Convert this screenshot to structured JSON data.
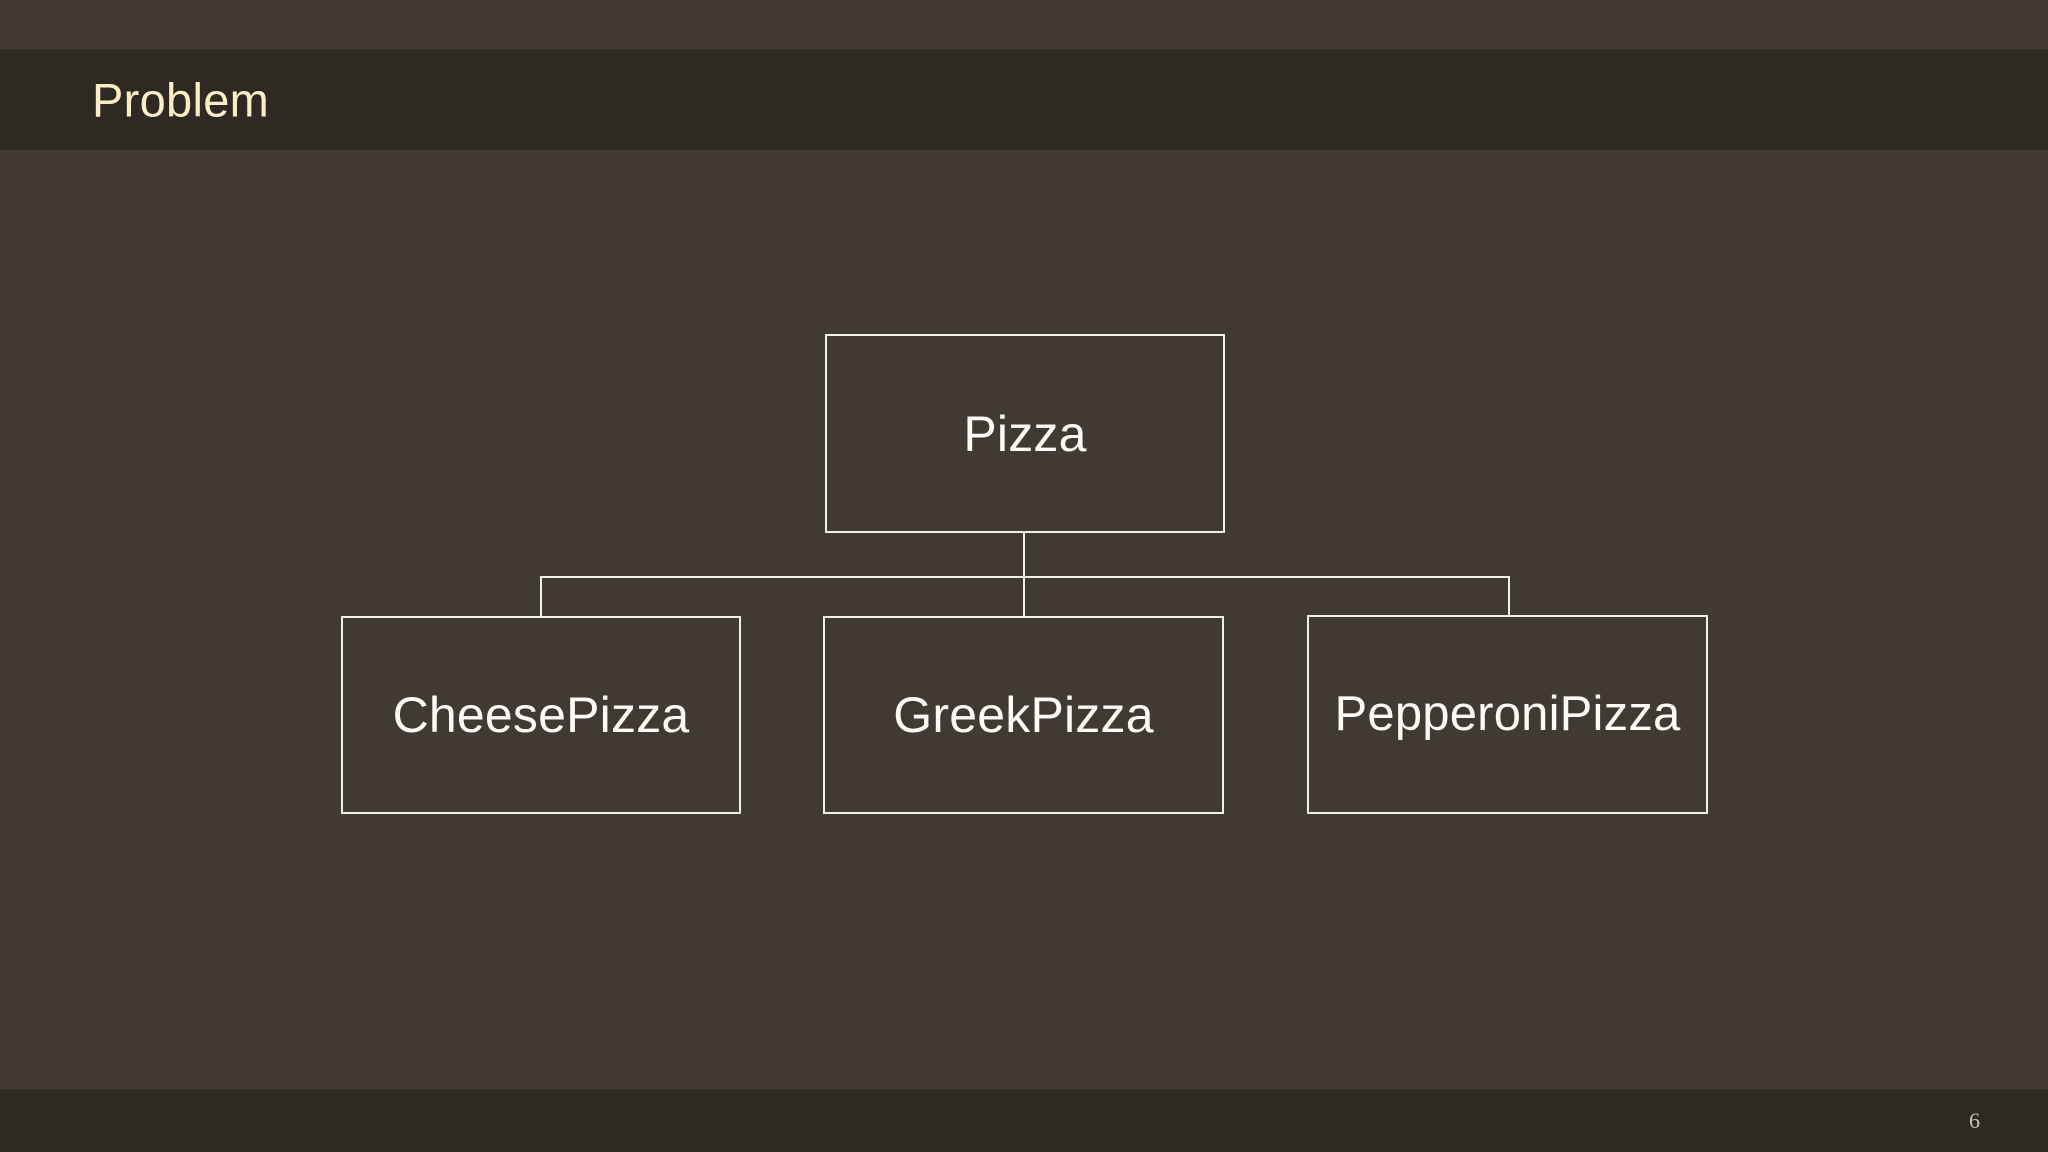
{
  "slide": {
    "title": "Problem",
    "page_number": "6",
    "colors": {
      "background": "#403A33",
      "band": "#2E2923",
      "title_text": "#FBEEC7",
      "node_border": "#F2EFE9",
      "node_text": "#FCFAF6",
      "page_number_text": "#C9C0AD"
    }
  },
  "diagram": {
    "type": "class-hierarchy",
    "root": {
      "id": "pizza",
      "label": "Pizza"
    },
    "children": [
      {
        "id": "cheesepizza",
        "label": "CheesePizza"
      },
      {
        "id": "greekpizza",
        "label": "GreekPizza"
      },
      {
        "id": "pepperonipizza",
        "label": "PepperoniPizza"
      }
    ]
  }
}
